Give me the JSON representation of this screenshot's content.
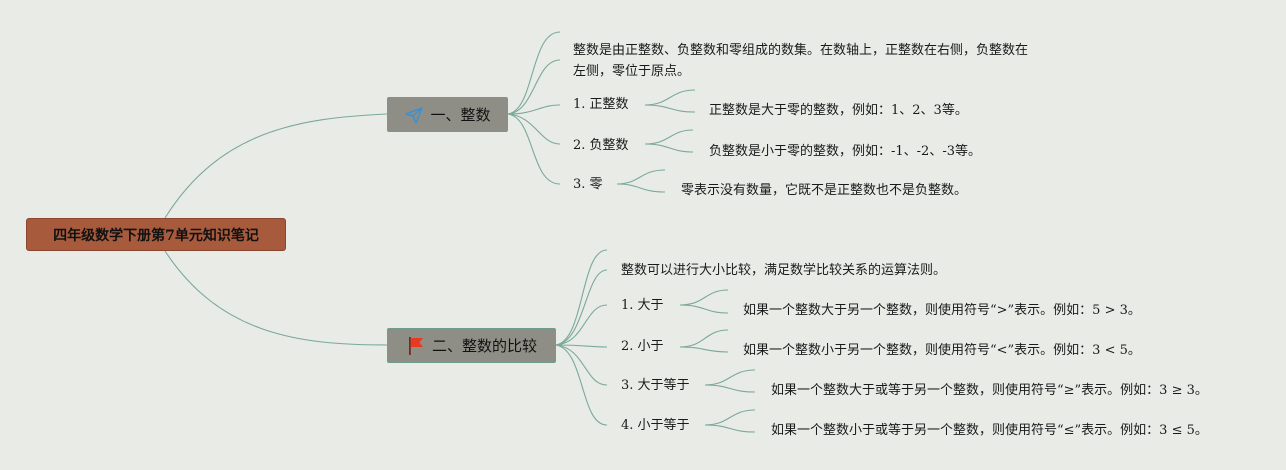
{
  "root": {
    "label": "四年级数学下册第7单元知识笔记"
  },
  "branch1": {
    "label": "一、整数",
    "icon": "paper-plane-icon",
    "description": [
      "整数是由正整数、负整数和零组成的数集。在数轴上，正整数在右侧，负整数在",
      "左侧，零位于原点。"
    ],
    "items": [
      {
        "label": "1. 正整数",
        "detail": "正整数是大于零的整数，例如：1、2、3等。"
      },
      {
        "label": "2. 负整数",
        "detail": "负整数是小于零的整数，例如：-1、-2、-3等。"
      },
      {
        "label": "3. 零",
        "detail": "零表示没有数量，它既不是正整数也不是负整数。"
      }
    ]
  },
  "branch2": {
    "label": "二、整数的比较",
    "icon": "red-flag-icon",
    "description": "整数可以进行大小比较，满足数学比较关系的运算法则。",
    "items": [
      {
        "label": "1. 大于",
        "detail": "如果一个整数大于另一个整数，则使用符号“>”表示。例如：5 > 3。"
      },
      {
        "label": "2. 小于",
        "detail": "如果一个整数小于另一个整数，则使用符号“<”表示。例如：3 < 5。"
      },
      {
        "label": "3. 大于等于",
        "detail": "如果一个整数大于或等于另一个整数，则使用符号“≥”表示。例如：3 ≥ 3。"
      },
      {
        "label": "4. 小于等于",
        "detail": "如果一个整数小于或等于另一个整数，则使用符号“≤”表示。例如：3 ≤ 5。"
      }
    ]
  },
  "colors": {
    "root_fill": "#a85a3c",
    "main_fill": "#8f8e86",
    "link": "#7aa99a",
    "background": "#e9ebe7"
  }
}
